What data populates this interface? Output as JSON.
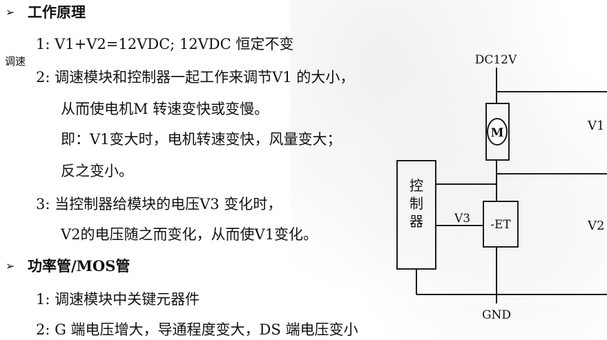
{
  "section1": {
    "bullet": "➢",
    "title": "工作原理",
    "line1": "1: V1+V2=12VDC;  12VDC 恒定不变",
    "side_label": "调速",
    "line2a": "2: 调速模块和控制器一起工作来调节V1 的大小，",
    "line2b": "从而使电机M 转速变快或变慢。",
    "line2c": "即：V1变大时，电机转速变快，风量变大；",
    "line2d": "反之变小。",
    "line3a": "3: 当控制器给模块的电压V3 变化时，",
    "line3b": "V2的电压随之而变化，从而使V1变化。"
  },
  "section2": {
    "bullet": "➢",
    "title": "功率管/MOS管",
    "line1": "1: 调速模块中关键元器件",
    "line2": "2: G 端电压增大，导通程度变大，DS 端电压变小"
  },
  "diagram": {
    "supply_label": "DC12V",
    "v1_label": "V1",
    "motor_label": "M",
    "controller_chars": [
      "控",
      "制",
      "器"
    ],
    "v3_label": "V3",
    "fet_label": "-ET",
    "v2_label": "V2",
    "gnd_label": "GND"
  }
}
